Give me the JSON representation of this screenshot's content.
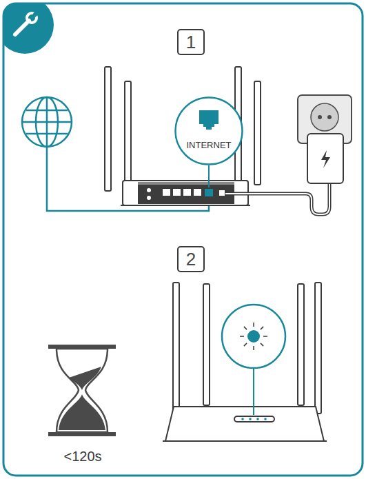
{
  "diagram": {
    "nodes": [
      {
        "text": [
          "1"
        ]
      },
      {
        "text": [
          "INTERNET"
        ]
      },
      {
        "text": [
          "2"
        ]
      }
    ],
    "labels": [
      "<120s"
    ]
  }
}
